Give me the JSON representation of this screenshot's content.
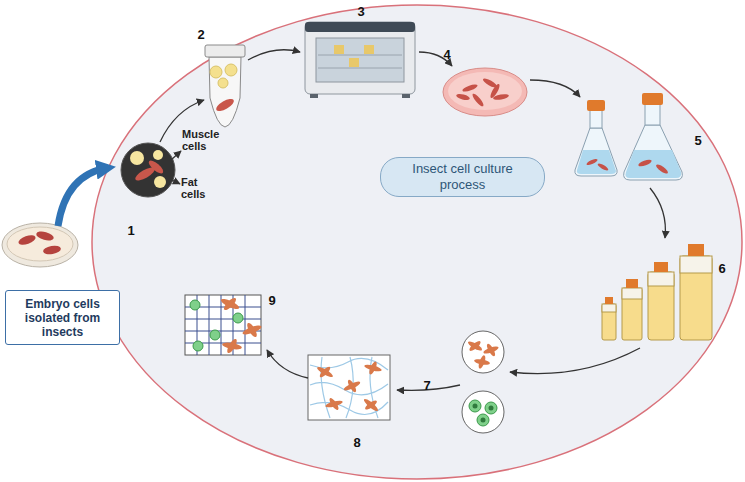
{
  "diagram": {
    "nodes": [
      {
        "text": [
          "Embryo cells isolated from insects"
        ]
      },
      {
        "text": [
          "Insect cell culture process"
        ]
      }
    ],
    "labels": [
      "1",
      "Muscle cells",
      "Fat cells",
      "2",
      "3",
      "4",
      "5",
      "6",
      "7",
      "8",
      "9"
    ]
  }
}
